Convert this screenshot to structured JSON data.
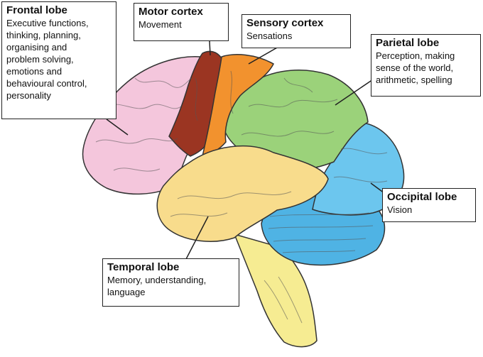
{
  "colors": {
    "frontal": "#f4c6dc",
    "motor": "#9b3522",
    "sensory": "#f2922e",
    "parietal": "#9bd27a",
    "occipital": "#6cc6ee",
    "temporal": "#f8dc8c",
    "cerebellum": "#4fb3e4",
    "brainstem": "#f6ec92",
    "outline": "#333333"
  },
  "labels": {
    "frontal": {
      "title": "Frontal lobe",
      "desc": "Executive functions,\nthinking, planning,\norganising and\nproblem solving,\nemotions and\nbehavioural control,\npersonality"
    },
    "motor": {
      "title": "Motor cortex",
      "desc": "Movement"
    },
    "sensory": {
      "title": "Sensory cortex",
      "desc": "Sensations"
    },
    "parietal": {
      "title": "Parietal lobe",
      "desc": "Perception, making\nsense of the world,\narithmetic, spelling"
    },
    "occipital": {
      "title": "Occipital lobe",
      "desc": "Vision"
    },
    "temporal": {
      "title": "Temporal lobe",
      "desc": "Memory, understanding,\nlanguage"
    }
  }
}
